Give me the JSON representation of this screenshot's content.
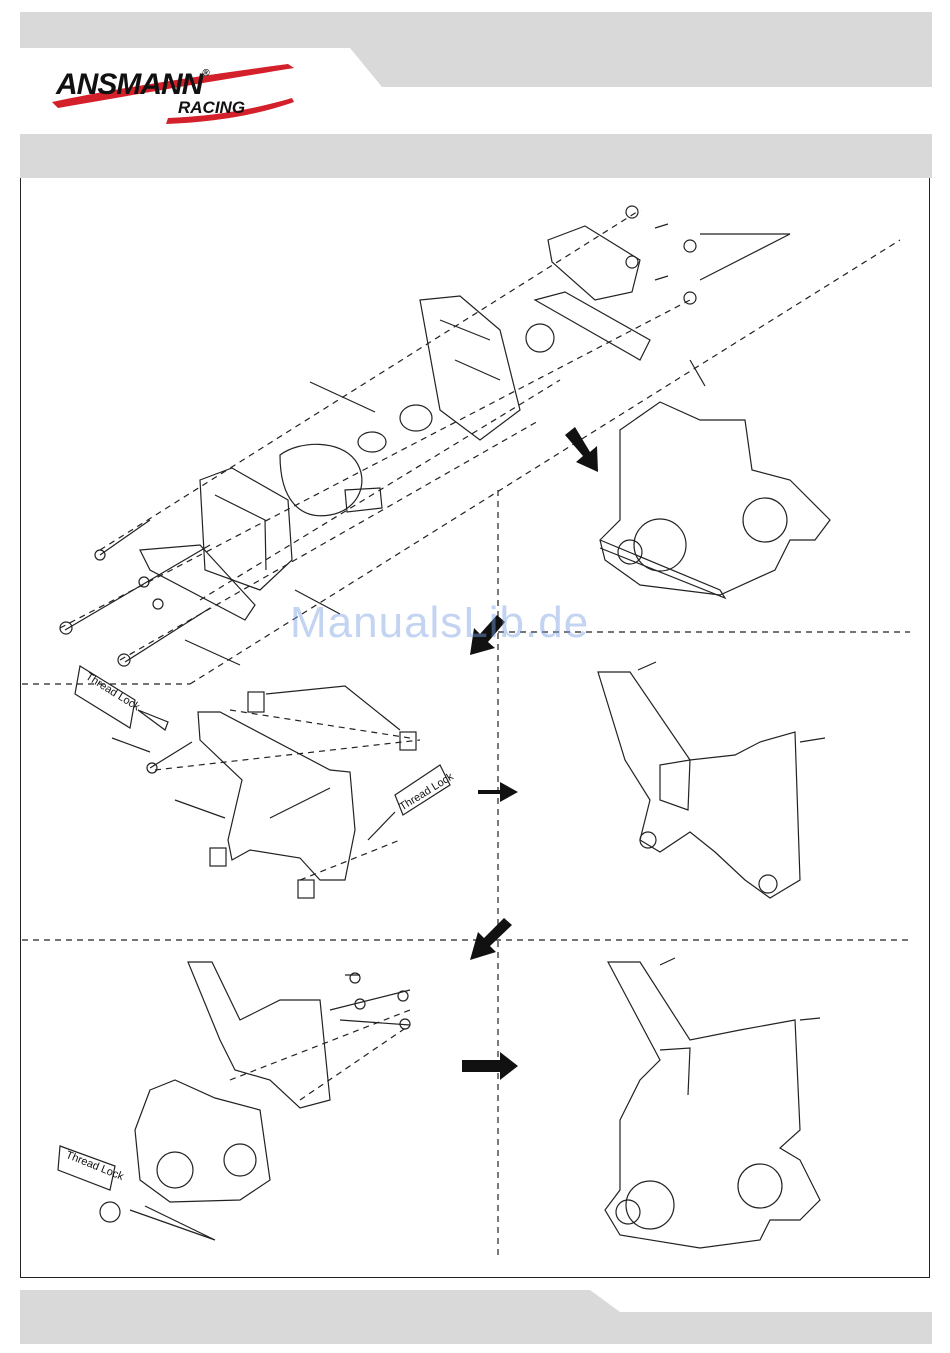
{
  "header": {
    "brand": "ANSMANN",
    "brand_mark": "®",
    "brand_sub": "RACING"
  },
  "labels": {
    "thread_lock": "Thread Lock"
  },
  "watermark": "ManualsLib.de",
  "colors": {
    "band_gray": "#d9d9d9",
    "logo_red": "#d4202a",
    "line": "#222222"
  }
}
